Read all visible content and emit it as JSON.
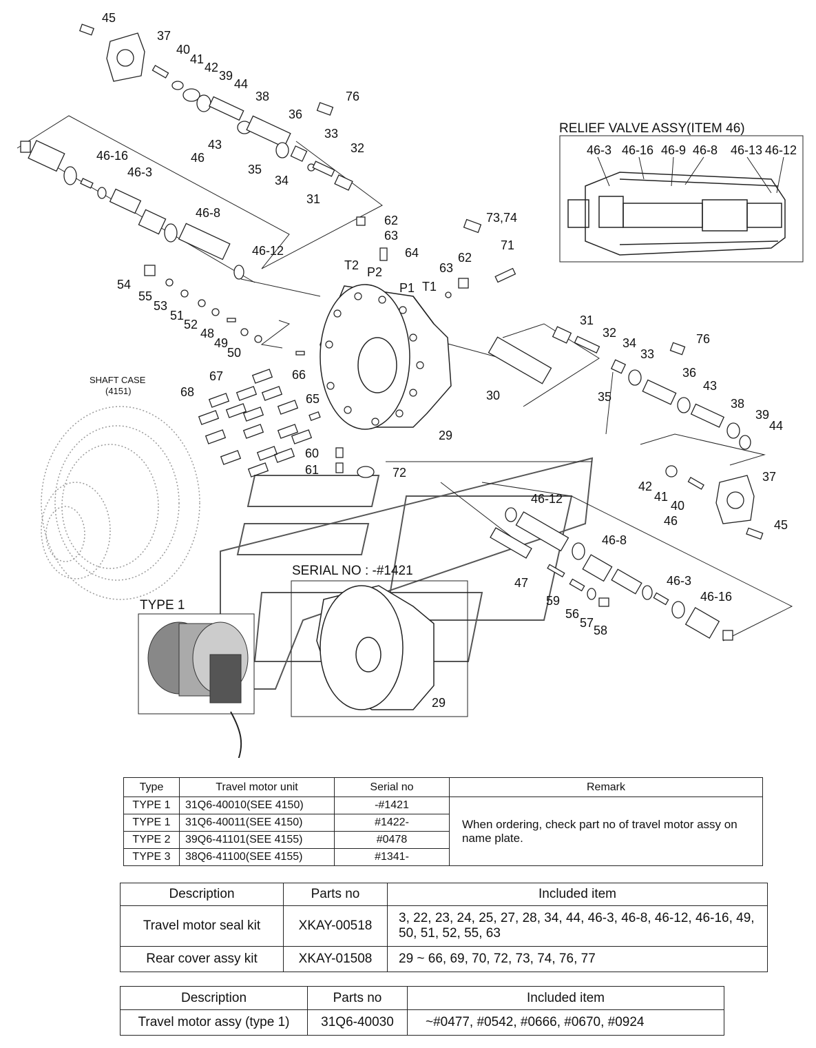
{
  "callouts": [
    {
      "id": "c45a",
      "text": "45"
    },
    {
      "id": "c37a",
      "text": "37"
    },
    {
      "id": "c40a",
      "text": "40"
    },
    {
      "id": "c41a",
      "text": "41"
    },
    {
      "id": "c42a",
      "text": "42"
    },
    {
      "id": "c39a",
      "text": "39"
    },
    {
      "id": "c44a",
      "text": "44"
    },
    {
      "id": "c38a",
      "text": "38"
    },
    {
      "id": "c76a",
      "text": "76"
    },
    {
      "id": "c36a",
      "text": "36"
    },
    {
      "id": "c43a",
      "text": "43"
    },
    {
      "id": "c33a",
      "text": "33"
    },
    {
      "id": "c32a",
      "text": "32"
    },
    {
      "id": "c35a",
      "text": "35"
    },
    {
      "id": "c34a",
      "text": "34"
    },
    {
      "id": "c31a",
      "text": "31"
    },
    {
      "id": "c4616a",
      "text": "46-16"
    },
    {
      "id": "c463a",
      "text": "46-3"
    },
    {
      "id": "c46a",
      "text": "46"
    },
    {
      "id": "c468a",
      "text": "46-8"
    },
    {
      "id": "c4612a",
      "text": "46-12"
    },
    {
      "id": "c62a",
      "text": "62"
    },
    {
      "id": "c63a",
      "text": "63"
    },
    {
      "id": "c64",
      "text": "64"
    },
    {
      "id": "c7374",
      "text": "73,74"
    },
    {
      "id": "c71",
      "text": "71"
    },
    {
      "id": "c63b",
      "text": "63"
    },
    {
      "id": "c62b",
      "text": "62"
    },
    {
      "id": "cT2",
      "text": "T2"
    },
    {
      "id": "cP2",
      "text": "P2"
    },
    {
      "id": "cP1",
      "text": "P1"
    },
    {
      "id": "cT1",
      "text": "T1"
    },
    {
      "id": "c54",
      "text": "54"
    },
    {
      "id": "c55",
      "text": "55"
    },
    {
      "id": "c53",
      "text": "53"
    },
    {
      "id": "c51",
      "text": "51"
    },
    {
      "id": "c52",
      "text": "52"
    },
    {
      "id": "c48",
      "text": "48"
    },
    {
      "id": "c49",
      "text": "49"
    },
    {
      "id": "c50",
      "text": "50"
    },
    {
      "id": "c66",
      "text": "66"
    },
    {
      "id": "c67",
      "text": "67"
    },
    {
      "id": "c68",
      "text": "68"
    },
    {
      "id": "c65",
      "text": "65"
    },
    {
      "id": "c60",
      "text": "60"
    },
    {
      "id": "c61",
      "text": "61"
    },
    {
      "id": "c72",
      "text": "72"
    },
    {
      "id": "c29a",
      "text": "29"
    },
    {
      "id": "c30",
      "text": "30"
    },
    {
      "id": "c31b",
      "text": "31"
    },
    {
      "id": "c32b",
      "text": "32"
    },
    {
      "id": "c34b",
      "text": "34"
    },
    {
      "id": "c33b",
      "text": "33"
    },
    {
      "id": "c76b",
      "text": "76"
    },
    {
      "id": "c35b",
      "text": "35"
    },
    {
      "id": "c36b",
      "text": "36"
    },
    {
      "id": "c43b",
      "text": "43"
    },
    {
      "id": "c38b",
      "text": "38"
    },
    {
      "id": "c39b",
      "text": "39"
    },
    {
      "id": "c44b",
      "text": "44"
    },
    {
      "id": "c37b",
      "text": "37"
    },
    {
      "id": "c42b",
      "text": "42"
    },
    {
      "id": "c41b",
      "text": "41"
    },
    {
      "id": "c40b",
      "text": "40"
    },
    {
      "id": "c46b",
      "text": "46"
    },
    {
      "id": "c45b",
      "text": "45"
    },
    {
      "id": "c4612b",
      "text": "46-12"
    },
    {
      "id": "c468b",
      "text": "46-8"
    },
    {
      "id": "c463b",
      "text": "46-3"
    },
    {
      "id": "c4616b",
      "text": "46-16"
    },
    {
      "id": "c47",
      "text": "47"
    },
    {
      "id": "c59",
      "text": "59"
    },
    {
      "id": "c56",
      "text": "56"
    },
    {
      "id": "c57",
      "text": "57"
    },
    {
      "id": "c58",
      "text": "58"
    },
    {
      "id": "c29b",
      "text": "29"
    }
  ],
  "relief_valve": {
    "title": "RELIEF VALVE ASSY(ITEM 46)",
    "labels": [
      "46-3",
      "46-16",
      "46-9",
      "46-8",
      "46-13",
      "46-12"
    ]
  },
  "shaft_case": {
    "line1": "SHAFT CASE",
    "line2": "(4151)"
  },
  "serial_label": "SERIAL NO : -#1421",
  "type1_label": "TYPE 1",
  "table_types": {
    "headers": [
      "Type",
      "Travel motor unit",
      "Serial no",
      "Remark"
    ],
    "rows": [
      {
        "type": "TYPE 1",
        "unit": "31Q6-40010(SEE 4150)",
        "serial": "-#1421"
      },
      {
        "type": "TYPE 1",
        "unit": "31Q6-40011(SEE 4150)",
        "serial": "#1422-"
      },
      {
        "type": "TYPE 2",
        "unit": "39Q6-41101(SEE 4155)",
        "serial": "#0478"
      },
      {
        "type": "TYPE 3",
        "unit": "38Q6-41100(SEE 4155)",
        "serial": "#1341-"
      }
    ],
    "remark": "When ordering, check part no of travel motor assy on name plate."
  },
  "table_kits": {
    "headers": [
      "Description",
      "Parts no",
      "Included item"
    ],
    "rows": [
      {
        "desc": "Travel motor seal kit",
        "part": "XKAY-00518",
        "items": "3, 22, 23, 24, 25, 27, 28, 34, 44, 46-3, 46-8, 46-12, 46-16, 49, 50, 51, 52, 55, 63"
      },
      {
        "desc": "Rear cover assy kit",
        "part": "XKAY-01508",
        "items": "29 ~ 66, 69, 70, 72, 73, 74, 76, 77"
      }
    ]
  },
  "table_assy": {
    "headers": [
      "Description",
      "Parts no",
      "Included item"
    ],
    "rows": [
      {
        "desc": "Travel motor assy (type 1)",
        "part": "31Q6-40030",
        "items": "~#0477, #0542, #0666, #0670, #0924"
      }
    ]
  }
}
